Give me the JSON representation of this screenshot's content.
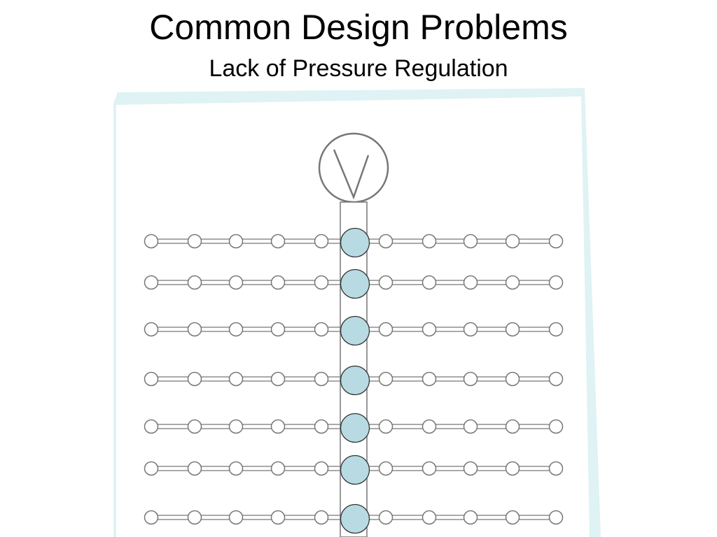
{
  "slide": {
    "title": "Common Design Problems",
    "subtitle": "Lack of Pressure Regulation"
  },
  "diagram": {
    "valve_icon": "valve-icon",
    "lateral_count": 7,
    "emitters_per_side": 5,
    "colors": {
      "line": "#777777",
      "junction_fill": "#b8dbe3",
      "emitter_fill": "#ffffff",
      "paper_shadow": "#dff2f4"
    }
  }
}
